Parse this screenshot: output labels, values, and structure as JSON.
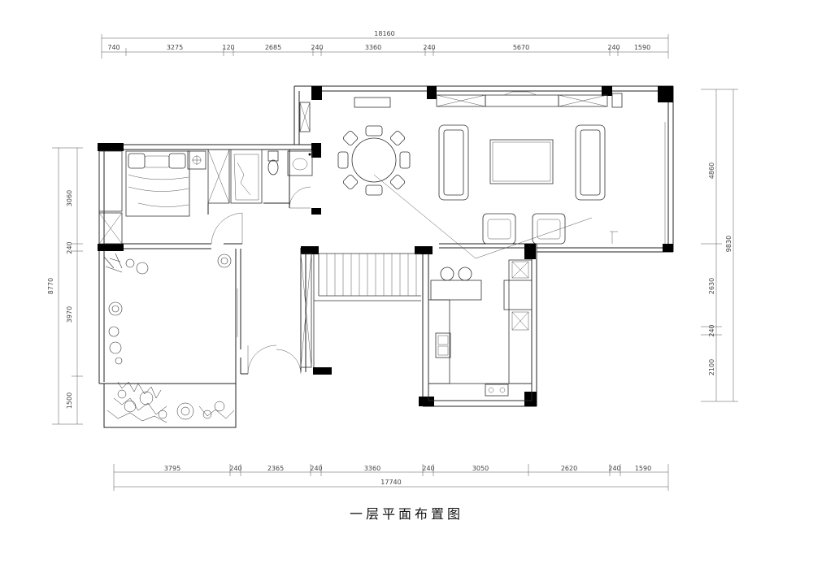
{
  "title": "一层平面布置图",
  "top_dimensions": {
    "total": "18160",
    "segments": [
      "740",
      "3275",
      "120",
      "2685",
      "240",
      "3360",
      "240",
      "5670",
      "240",
      "1590"
    ]
  },
  "bottom_dimensions": {
    "total": "17740",
    "segments": [
      "3795",
      "240",
      "2365",
      "240",
      "3360",
      "240",
      "3050",
      "2620",
      "240",
      "1590"
    ]
  },
  "left_dimensions": {
    "total": "8770",
    "segments": [
      "3060",
      "240",
      "3970",
      "1500"
    ]
  },
  "right_dimensions": {
    "total": "9830",
    "segments": [
      "4860",
      "2630",
      "240",
      "2100"
    ]
  }
}
